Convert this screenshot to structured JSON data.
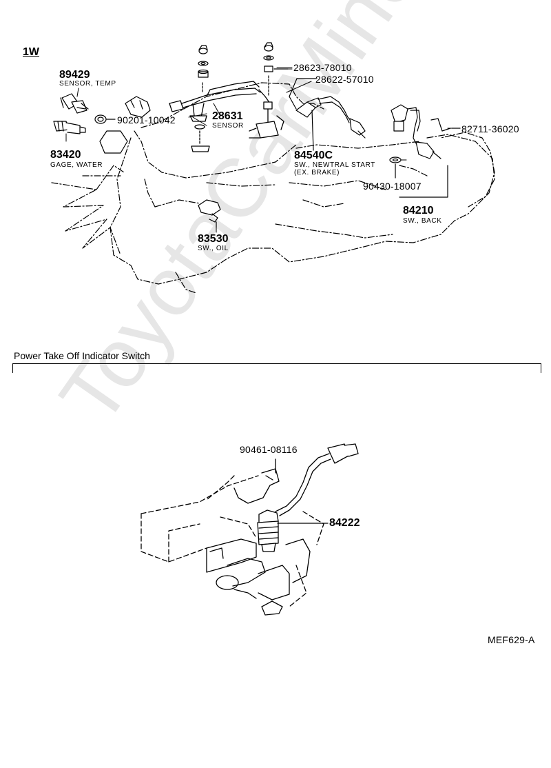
{
  "watermark": "ToyotaCarMine.ru",
  "section_1": {
    "code": "1W"
  },
  "parts": [
    {
      "id": "89429",
      "desc": "SENSOR, TEMP"
    },
    {
      "id": "90201-10042"
    },
    {
      "id": "83420",
      "desc": "GAGE, WATER"
    },
    {
      "id": "28623-78010"
    },
    {
      "id": "28622-57010"
    },
    {
      "id": "28631",
      "desc": "SENSOR"
    },
    {
      "id": "84540C",
      "desc": "SW., NEWTRAL START",
      "desc2": "(EX. BRAKE)"
    },
    {
      "id": "82711-36020"
    },
    {
      "id": "90430-18007"
    },
    {
      "id": "84210",
      "desc": "SW., BACK"
    },
    {
      "id": "83530",
      "desc": "SW., OIL"
    }
  ],
  "section_2": {
    "title": "Power Take Off Indicator Switch",
    "parts": [
      {
        "id": "90461-08116"
      },
      {
        "id": "84222"
      }
    ]
  },
  "figure_code": "MEF629-A"
}
